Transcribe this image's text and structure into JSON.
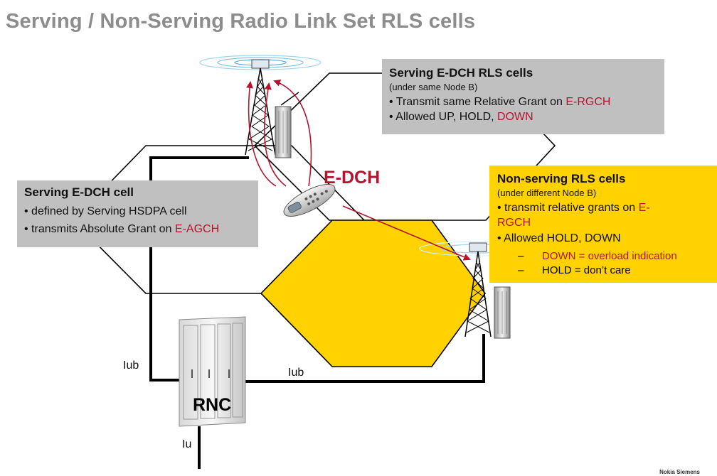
{
  "title": "Serving / Non-Serving Radio Link Set RLS cells",
  "colors": {
    "accent": "#b5142e",
    "yellow": "#ffd200",
    "gray": "#c0c0c0",
    "title": "#8c8c8c"
  },
  "serving_rls": {
    "heading": "Serving E-DCH RLS cells",
    "sub": "(under same Node B)",
    "line1_text": "• Transmit same Relative Grant on ",
    "line1_red": "E-RGCH",
    "line2_text": "• Allowed UP, HOLD, ",
    "line2_red": "DOWN"
  },
  "serving_cell": {
    "heading": "Serving E-DCH cell",
    "line1": "• defined by Serving HSDPA cell",
    "line2_text": "• transmits Absolute Grant on ",
    "line2_red": "E-AGCH"
  },
  "nonserving": {
    "heading": "Non-serving RLS cells",
    "sub": "(under different Node B)",
    "line1_text": "• transmit relative grants on ",
    "line1_red": "E-",
    "line1b_red": "RGCH",
    "line2": "• Allowed HOLD, DOWN",
    "dash1_mark": "–",
    "dash1_text": "DOWN = overload indication",
    "dash2_mark": "–",
    "dash2_text": "HOLD = don’t care"
  },
  "labels": {
    "edch": "E-DCH",
    "rnc": "RNC",
    "iub_left": "Iub",
    "iub_bottom": "Iub",
    "iu": "Iu",
    "footer": "Nokia Siemens"
  },
  "icons": [
    "tower-icon",
    "node-b-cabinet-icon",
    "mobile-phone-icon",
    "rnc-cabinet-icon"
  ]
}
